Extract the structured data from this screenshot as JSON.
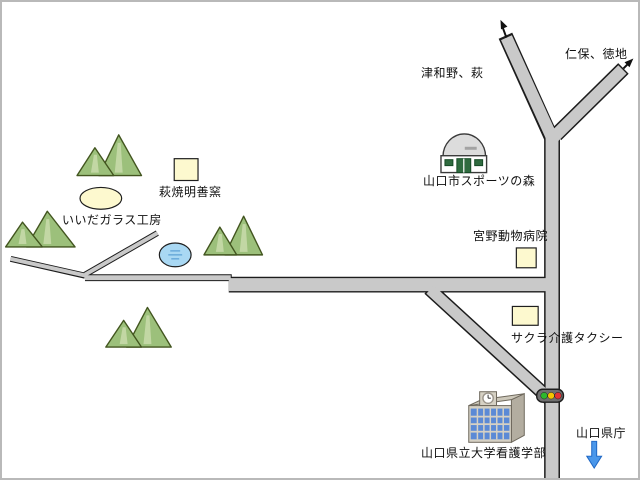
{
  "map": {
    "destinations": [
      {
        "name": "tsuwano-hagi",
        "label": "津和野、萩"
      },
      {
        "name": "niho-tokuji",
        "label": "仁保、徳地"
      }
    ],
    "landmarks": [
      {
        "name": "hagi-meizen-kiln",
        "label": "萩焼明善窯",
        "icon": "yellow-square-icon"
      },
      {
        "name": "iida-glass-studio",
        "label": "いいだガラス工房",
        "icon": "yellow-ellipse-icon"
      },
      {
        "name": "sports-forest",
        "label": "山口市スポーツの森",
        "icon": "dome-building-icon"
      },
      {
        "name": "miyano-animal-hospital",
        "label": "宮野動物病院",
        "icon": "yellow-square-icon"
      },
      {
        "name": "sakura-care-taxi",
        "label": "サクラ介護タクシー",
        "icon": "yellow-square-icon"
      },
      {
        "name": "nursing-faculty",
        "label": "山口県立大学看護学部",
        "icon": "school-building-icon"
      },
      {
        "name": "prefectural-office",
        "label": "山口県庁",
        "icon": "blue-down-arrow-icon"
      }
    ],
    "features": {
      "mountain_groups": 4,
      "pond": "pond-icon",
      "traffic_light": "traffic-light-icon",
      "road_arrows": 2
    },
    "colors": {
      "road_fill": "#c9c9c9",
      "road_casing": "#1c1c1c",
      "mountain_fill": "#9cc07b",
      "mountain_outline": "#42551f",
      "mountain_highlight": "#c6d9a8",
      "landmark_yellow": "#fdf9cf",
      "pond_blue": "#a9d8f3",
      "window_blue": "#5b8ad6",
      "signal_green": "#2eb82e",
      "signal_yellow": "#f5c400",
      "signal_red": "#e23333",
      "arrow_blue": "#4a97ea",
      "text": "#111111"
    }
  }
}
